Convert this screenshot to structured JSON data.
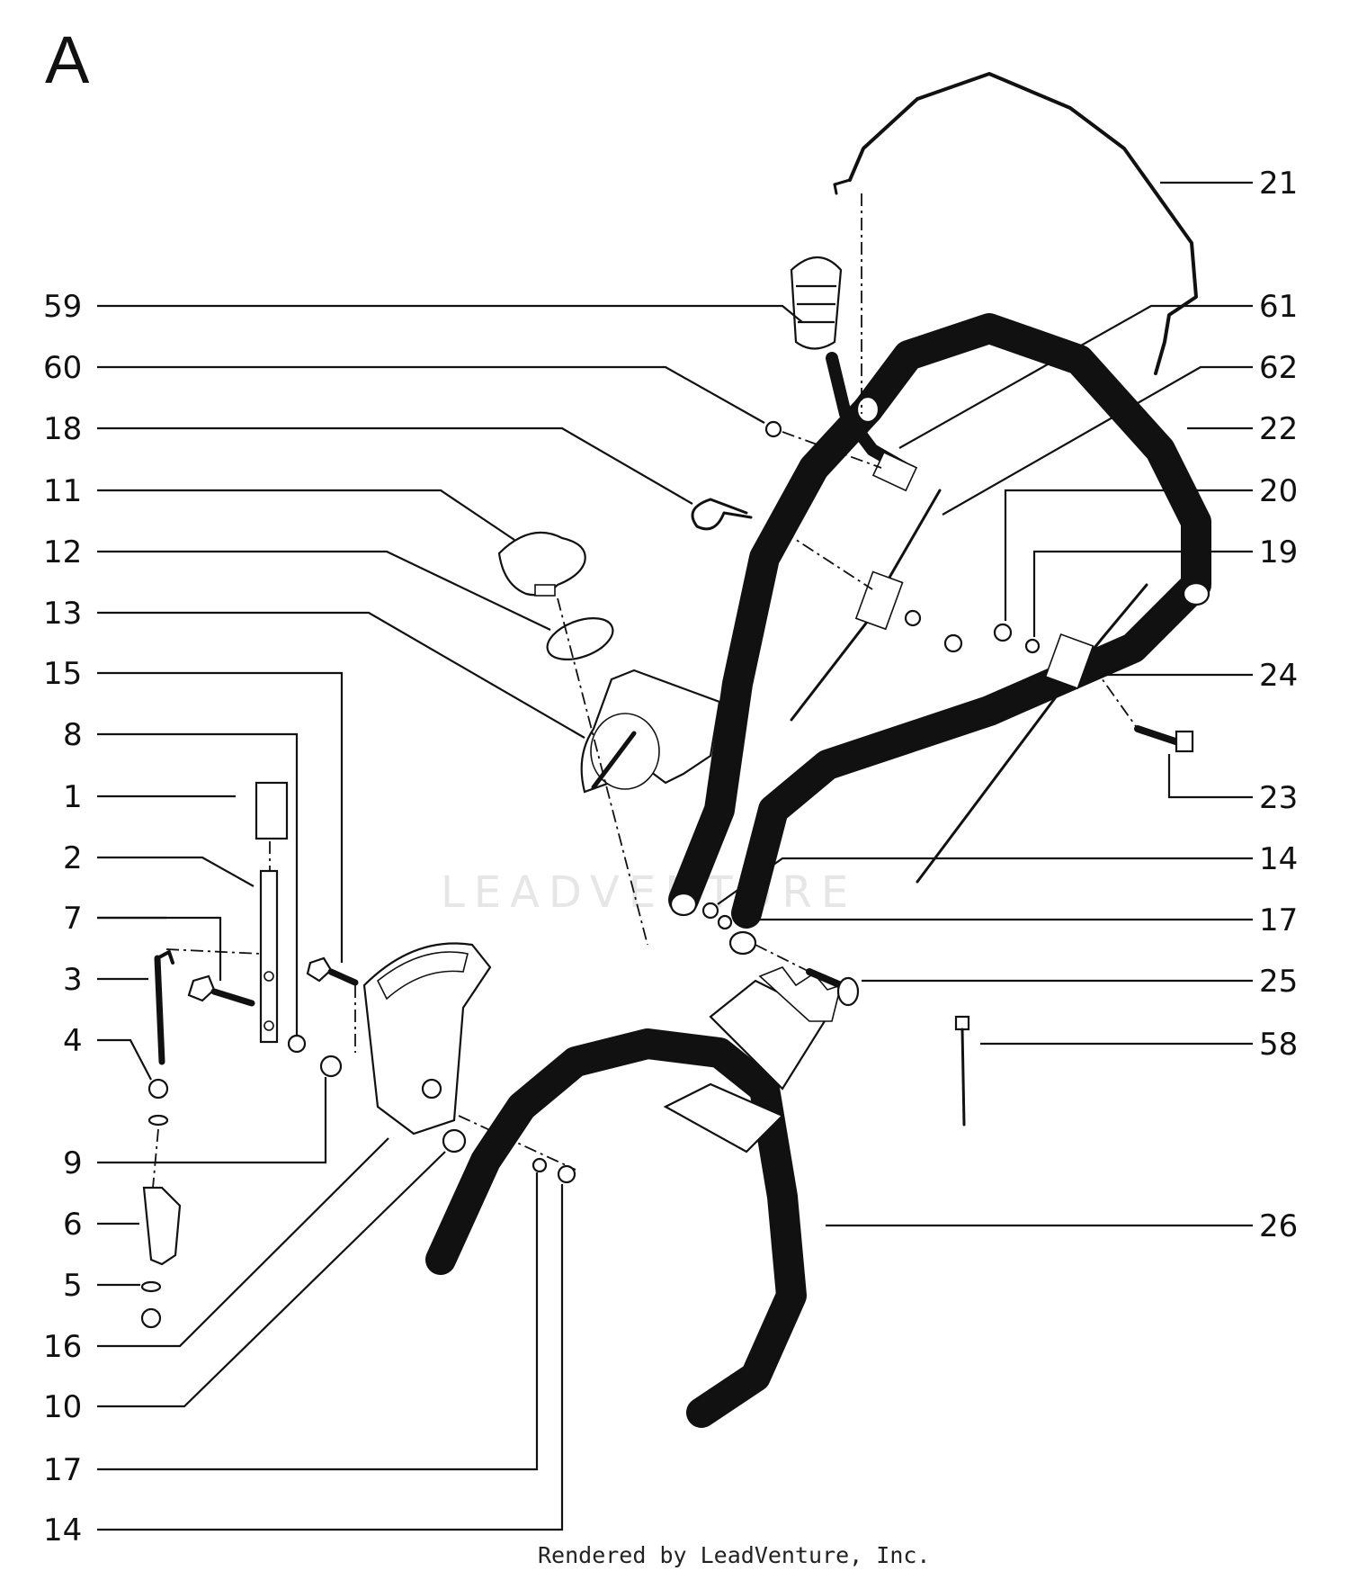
{
  "section_letter": "A",
  "watermark": "LEADVENTURE",
  "credit": "Rendered by LeadVenture, Inc.",
  "callouts": {
    "c59": "59",
    "c60": "60",
    "c18": "18",
    "c11": "11",
    "c12": "12",
    "c13": "13",
    "c15": "15",
    "c8": "8",
    "c1": "1",
    "c2": "2",
    "c7": "7",
    "c3": "3",
    "c4": "4",
    "c9": "9",
    "c6": "6",
    "c5": "5",
    "c16": "16",
    "c10": "10",
    "c17b": "17",
    "c14b": "14",
    "c21": "21",
    "c61": "61",
    "c62": "62",
    "c22": "22",
    "c20": "20",
    "c19": "19",
    "c24": "24",
    "c23": "23",
    "c14": "14",
    "c17": "17",
    "c25": "25",
    "c58": "58",
    "c26": "26"
  }
}
